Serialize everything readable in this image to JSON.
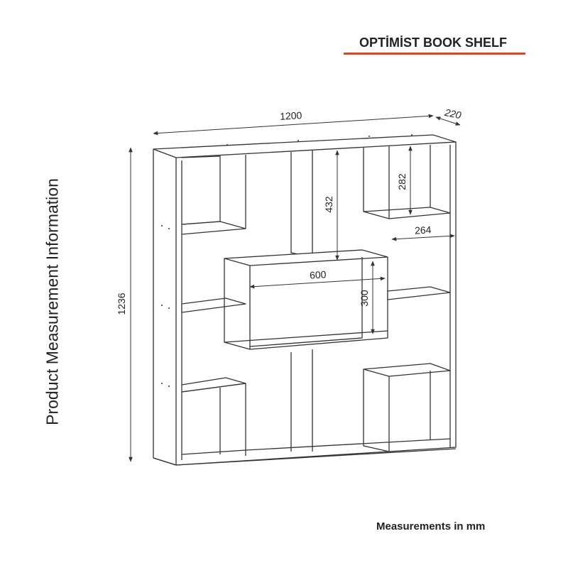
{
  "header": {
    "title": "OPTİMİST BOOK SHELF"
  },
  "side_label": "Product Measurement Information",
  "footer": "Measurements in mm",
  "dimensions": {
    "width": "1200",
    "depth": "220",
    "height": "1236",
    "upper_divider_height": "432",
    "upper_right_cell_height": "282",
    "right_cell_width": "264",
    "center_box_width": "600",
    "center_box_height": "300"
  },
  "colors": {
    "accent": "#e2451e",
    "line": "#333333"
  }
}
